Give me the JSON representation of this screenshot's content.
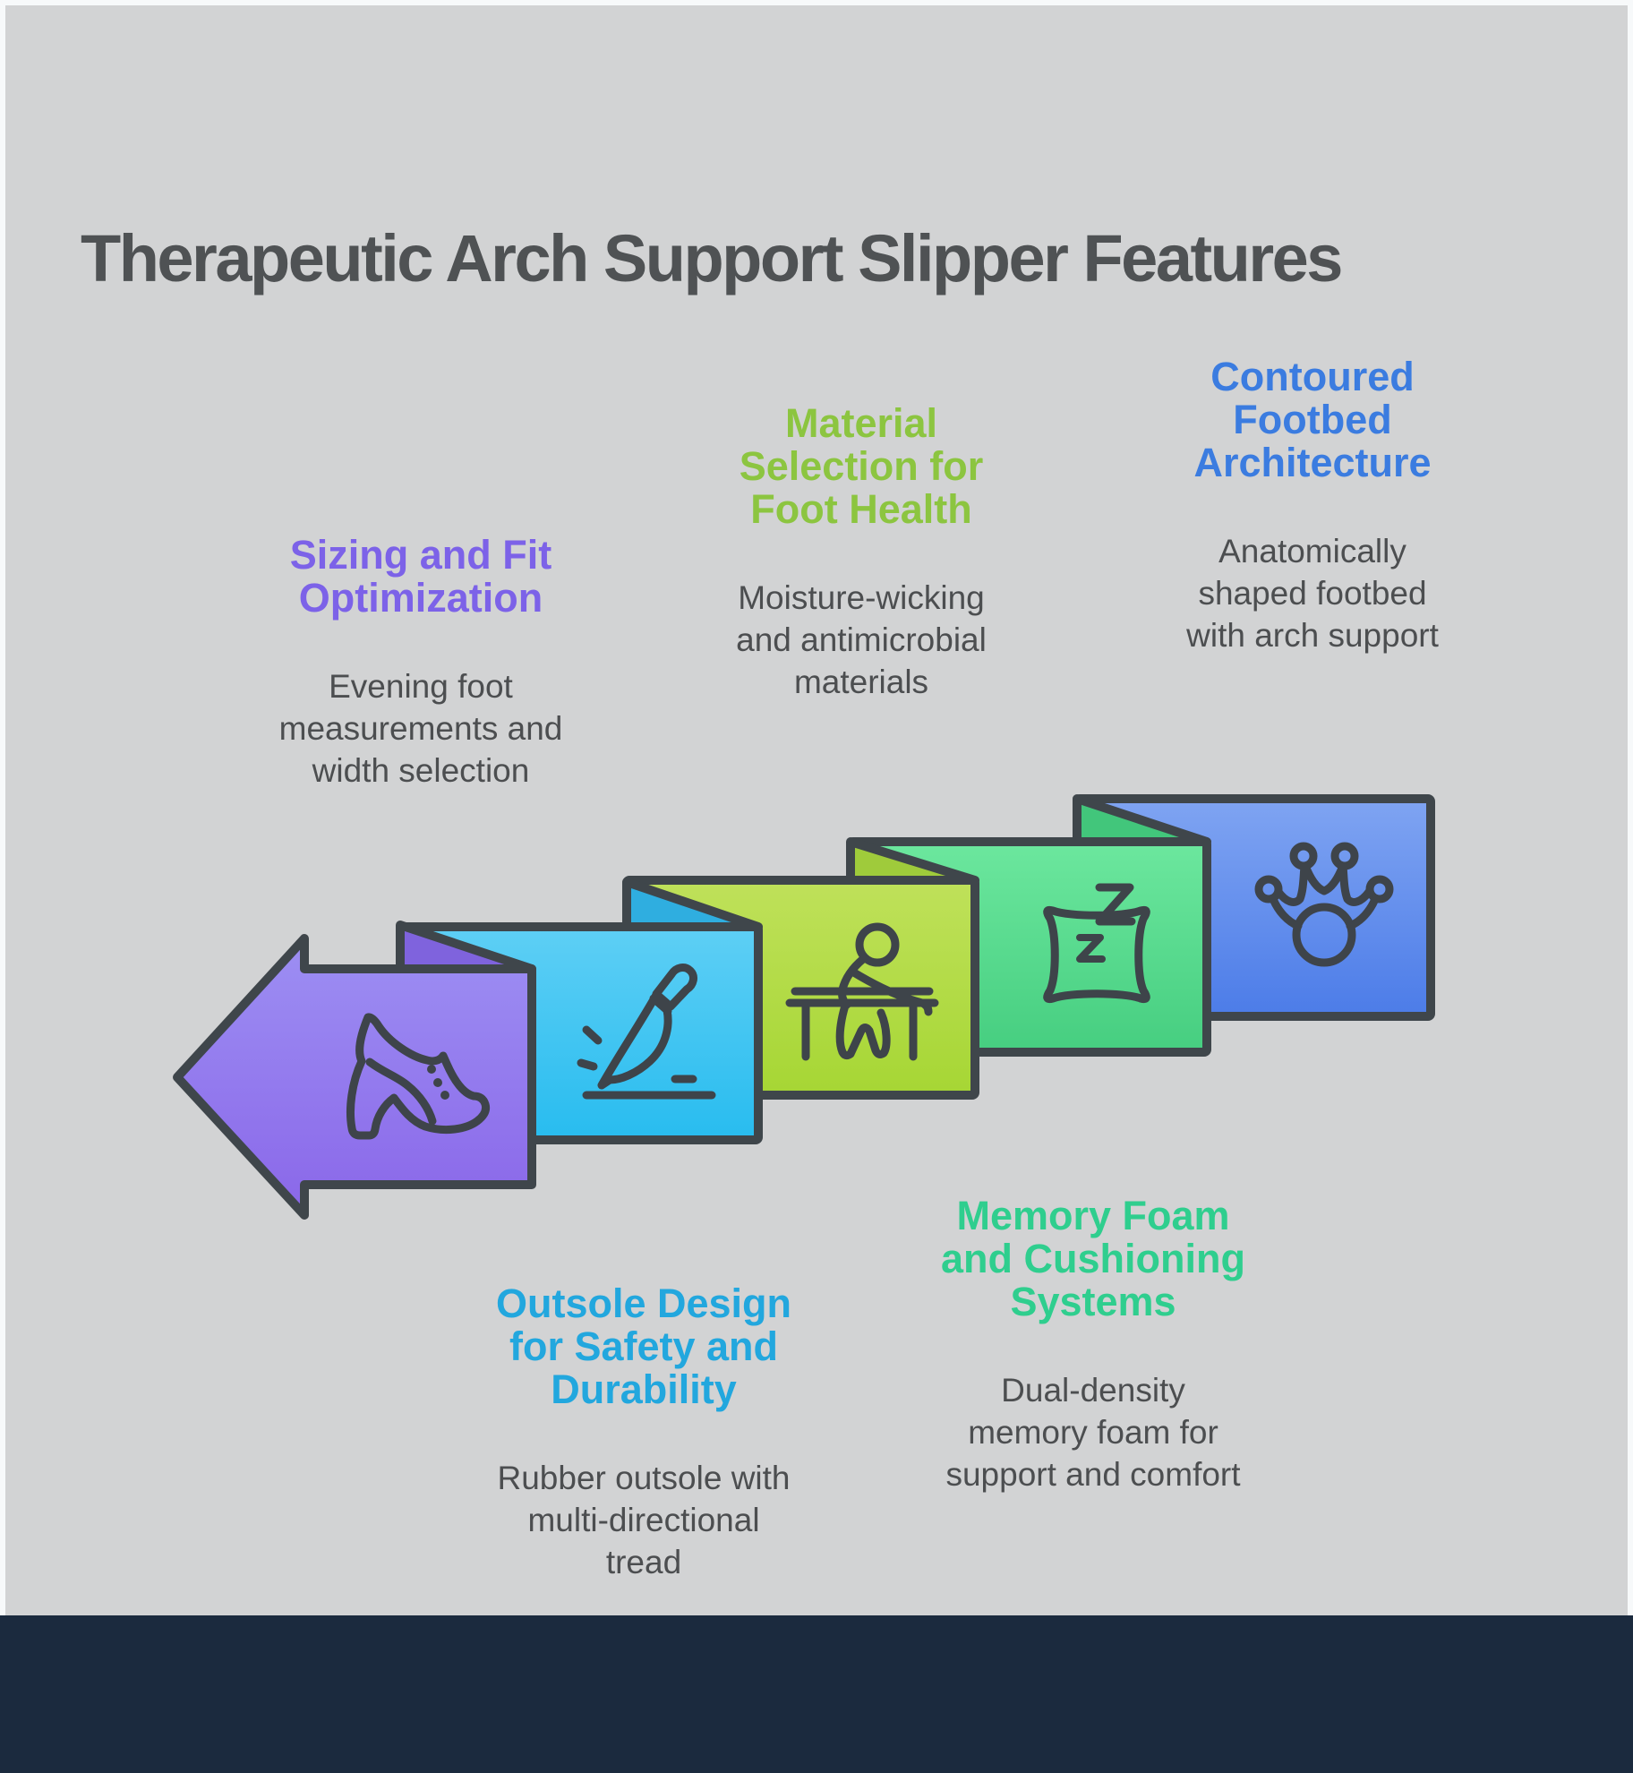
{
  "title": {
    "text": "Therapeutic Arch Support Slipper Features",
    "color": "#4F5254"
  },
  "body_text_color": "#4C4E50",
  "canvas_color": "#D2D3D4",
  "frame_color": "#F7F9FA",
  "footer": {
    "color": "#1B2A3E"
  },
  "features": [
    {
      "id": "sizing",
      "heading_lines": [
        "Sizing and Fit",
        "Optimization"
      ],
      "heading_color": "#7C62E8",
      "body_lines": [
        "Evening foot",
        "measurements and",
        "width selection"
      ]
    },
    {
      "id": "material",
      "heading_lines": [
        "Material",
        "Selection for",
        "Foot Health"
      ],
      "heading_color": "#8CC540",
      "body_lines": [
        "Moisture-wicking",
        "and antimicrobial",
        "materials"
      ]
    },
    {
      "id": "contoured",
      "heading_lines": [
        "Contoured",
        "Footbed",
        "Architecture"
      ],
      "heading_color": "#3B7CE0",
      "body_lines": [
        "Anatomically",
        "shaped footbed",
        "with arch support"
      ]
    },
    {
      "id": "outsole",
      "heading_lines": [
        "Outsole Design",
        "for Safety and",
        "Durability"
      ],
      "heading_color": "#22A7DE",
      "body_lines": [
        "Rubber outsole with",
        "multi-directional",
        "tread"
      ]
    },
    {
      "id": "memory",
      "heading_lines": [
        "Memory Foam",
        "and Cushioning",
        "Systems"
      ],
      "heading_color": "#2FCE8E",
      "body_lines": [
        "Dual-density",
        "memory foam for",
        "support and comfort"
      ]
    }
  ],
  "ribbon": {
    "stroke_color": "#3F464B",
    "icon_stroke_color": "#3E444A",
    "segments": [
      {
        "name": "arrow-panel",
        "icon": "high-heel-shoe-icon",
        "fill_top": "#9D8FF3",
        "fill_bottom": "#8A67E9",
        "fold_fill": "#7F63DD"
      },
      {
        "name": "panel-2",
        "icon": "scalpel-icon",
        "fill_top": "#5ECFF5",
        "fill_bottom": "#28BCEF",
        "fold_fill": "#2FAEE0"
      },
      {
        "name": "panel-3",
        "icon": "person-at-desk-icon",
        "fill_top": "#BFE15A",
        "fill_bottom": "#A6D634",
        "fold_fill": "#9FCB3B"
      },
      {
        "name": "panel-4",
        "icon": "pillow-icon",
        "fill_top": "#6CE79E",
        "fill_bottom": "#46CE80",
        "fold_fill": "#42C67B"
      },
      {
        "name": "panel-5",
        "icon": "crown-icon",
        "fill_top": "#7FA4F2",
        "fill_bottom": "#4C7CE8",
        "fold_fill": "#4C7CE8"
      }
    ]
  }
}
